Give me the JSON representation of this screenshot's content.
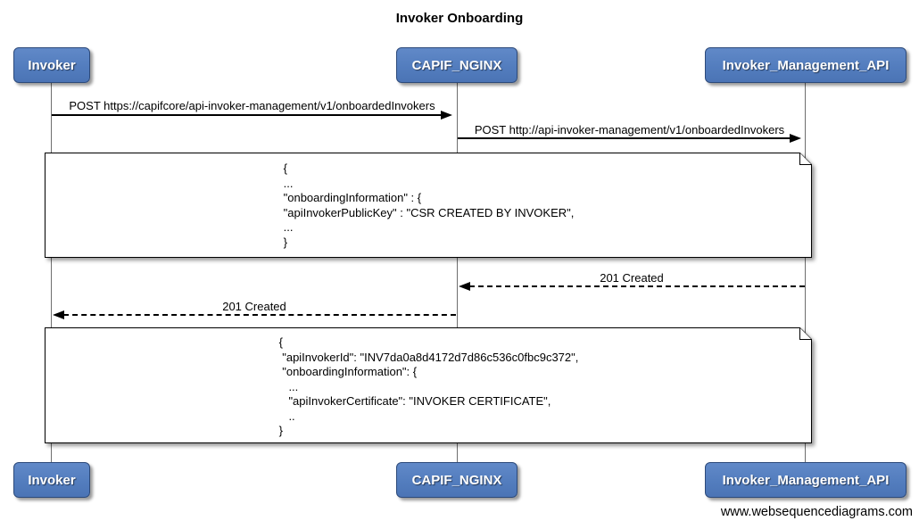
{
  "diagram": {
    "title": "Invoker Onboarding",
    "source_credit": "www.websequencediagrams.com",
    "type": "sequence-diagram"
  },
  "actors": [
    {
      "label": "Invoker"
    },
    {
      "label": "CAPIF_NGINX"
    },
    {
      "label": "Invoker_Management_API"
    }
  ],
  "messages": [
    {
      "label": "POST https://capifcore/api-invoker-management/v1/onboardedInvokers",
      "from": "Invoker",
      "to": "CAPIF_NGINX",
      "line_style": "solid"
    },
    {
      "label": "POST http://api-invoker-management/v1/onboardedInvokers",
      "from": "CAPIF_NGINX",
      "to": "Invoker_Management_API",
      "line_style": "solid"
    },
    {
      "label": "201 Created",
      "from": "Invoker_Management_API",
      "to": "CAPIF_NGINX",
      "line_style": "dashed"
    },
    {
      "label": "201 Created",
      "from": "CAPIF_NGINX",
      "to": "Invoker",
      "line_style": "dashed"
    }
  ],
  "notes": [
    {
      "lines": [
        "{",
        "...",
        "\"onboardingInformation\" : {",
        "\"apiInvokerPublicKey\" : \"CSR CREATED BY INVOKER\",",
        "...",
        "}"
      ]
    },
    {
      "lines": [
        "{",
        " \"apiInvokerId\": \"INV7da0a8d4172d7d86c536c0fbc9c372\",",
        " \"onboardingInformation\": {",
        "   ...",
        "   \"apiInvokerCertificate\": \"INVOKER CERTIFICATE\",",
        "   ..",
        "}"
      ]
    }
  ],
  "colors": {
    "actor_fill": "#537dbe",
    "actor_border": "#2d4a7a",
    "actor_text": "#ffffff",
    "note_fill": "#ffffff",
    "line": "#000000",
    "lifeline": "#6e6e6e",
    "background": "#ffffff"
  }
}
